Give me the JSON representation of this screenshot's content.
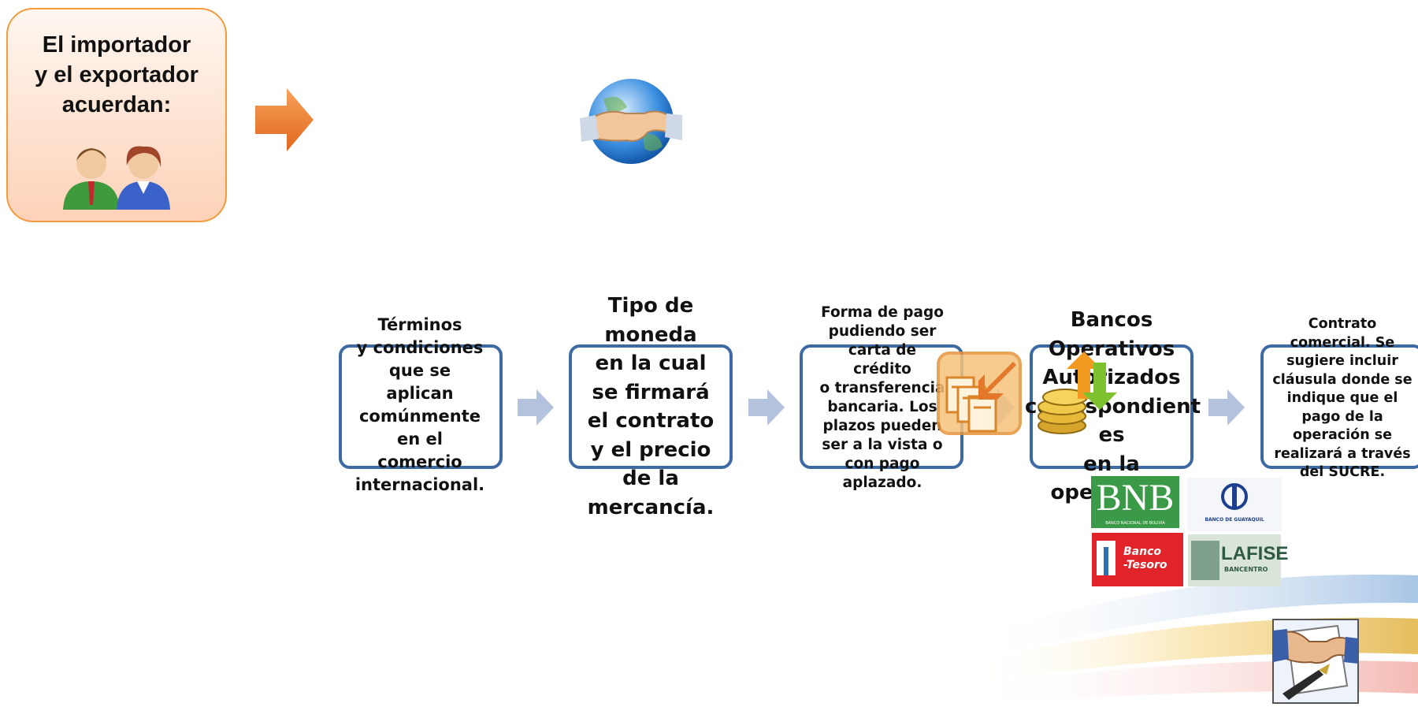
{
  "callout": {
    "text": "El importador\ny el exportador\nacuerdan:",
    "people_icon": "two-people-icon"
  },
  "steps": [
    {
      "text": "Términos\ny condiciones\nque se\naplican\ncomúnmente\nen el\ncomercio\ninternacional."
    },
    {
      "text": "Tipo de\nmoneda\nen la cual\nse firmará\nel contrato\ny el precio\nde la\nmercancía."
    },
    {
      "text": "Forma de pago\npudiendo ser\ncarta de\ncrédito\no transferencia\nbancaria. Los\nplazos pueden\nser a la vista o\ncon pago\naplazado."
    },
    {
      "text": "Bancos\nOperativos\nAutorizados\ncorrespondient\nes\nen la\noperación."
    },
    {
      "text": "Contrato\ncomercial. Se\nsugiere incluir\ncláusula donde se\nindique que el\npago de la\noperación se\nrealizará a través\ndel SUCRE."
    }
  ],
  "banks": {
    "bnb": {
      "abbr": "BNB",
      "caption": "BANCO NACIONAL DE BOLIVIA"
    },
    "guayaquil": {
      "caption": "BANCO DE GUAYAQUIL"
    },
    "tesoro": {
      "line1": "Banco",
      "line2": "-Tesoro"
    },
    "lafise": {
      "name": "LAFISE",
      "caption": "BANCENTRO"
    }
  },
  "icons": {
    "arrow": "orange-arrow-icon",
    "handshake": "handshake-globe-icon",
    "documents": "documents-transfer-icon",
    "coins": "coins-exchange-icon",
    "contract": "contract-signing-icon"
  },
  "colors": {
    "box_border": "#3d6aa3",
    "chevron": "#b4c3dd",
    "callout_border": "#f39b3d",
    "arrow": "#ef8532"
  }
}
